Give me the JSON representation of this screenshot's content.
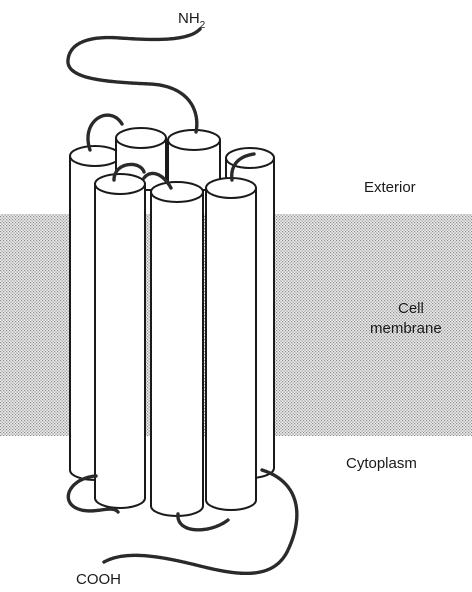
{
  "labels": {
    "n_terminus": "NH",
    "n_terminus_sub": "2",
    "c_terminus": "COOH",
    "exterior": "Exterior",
    "membrane_line1": "Cell",
    "membrane_line2": "membrane",
    "cytoplasm": "Cytoplasm"
  },
  "colors": {
    "membrane_dot": "#8c8c8c",
    "membrane_bg": "#ececec",
    "outline": "#1a1a1a",
    "chain": "#2a2a2a"
  }
}
